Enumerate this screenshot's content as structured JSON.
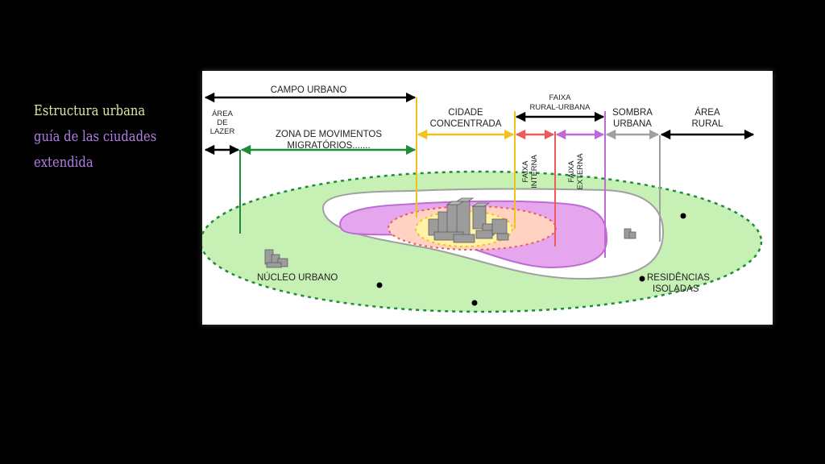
{
  "slide": {
    "title_lines": [
      "Estructura urbana",
      "guía de las ciudades",
      "extendida"
    ]
  },
  "diagram": {
    "labels": {
      "campo_urbano": "CAMPO URBANO",
      "area_lazer": [
        "ÁREA",
        "DE",
        "LAZER"
      ],
      "zona_movimentos": [
        "ZONA DE MOVIMENTOS",
        "MIGRATÓRIOS......."
      ],
      "cidade_concentrada": [
        "CIDADE",
        "CONCENTRADA"
      ],
      "faixa_rural_urbana": [
        "FAIXA",
        "RURAL-URBANA"
      ],
      "sombra_urbana": [
        "SOMBRA",
        "URBANA"
      ],
      "area_rural": [
        "ÁREA",
        "RURAL"
      ],
      "faixa_interna": [
        "FAIXA",
        "INTERNA"
      ],
      "faixa_externa": [
        "FAIXA",
        "EXTERNA"
      ],
      "nucleo_urbano": "NÚCLEO URBANO",
      "residencias_isoladas": [
        "RESIDÊNCIAS",
        "ISOLADAS"
      ]
    },
    "colors": {
      "campo_urbano": "#000000",
      "zona_movimentos": "#1e8c3c",
      "cidade_concentrada": "#f2c21b",
      "faixa_interna": "#ee5a5a",
      "faixa_externa": "#c06ad6",
      "sombra_urbana": "#a0a0a0",
      "green_zone": "#c6f0b4",
      "pink_zone": "#e6a6ee",
      "salmon_zone": "#ffd2c2",
      "yellow_core": "#fff1a6"
    }
  }
}
